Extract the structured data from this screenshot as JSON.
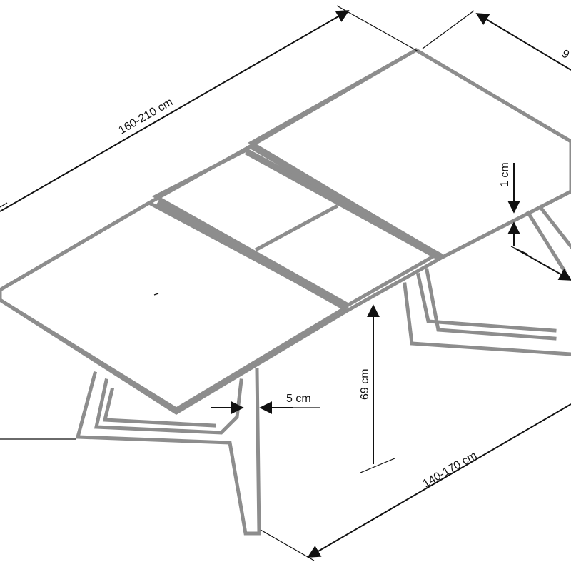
{
  "diagram": {
    "subject": "extendable table dimension drawing",
    "colors": {
      "table_outline": "#8d8d8d",
      "dimension_lines": "#111111",
      "background": "#ffffff"
    },
    "dimensions": {
      "total_length": "160-210 cm",
      "base_length": "140-170 cm",
      "depth": "9",
      "height": "69 cm",
      "leg_width": "5 cm",
      "top_thickness": "1 cm"
    }
  }
}
